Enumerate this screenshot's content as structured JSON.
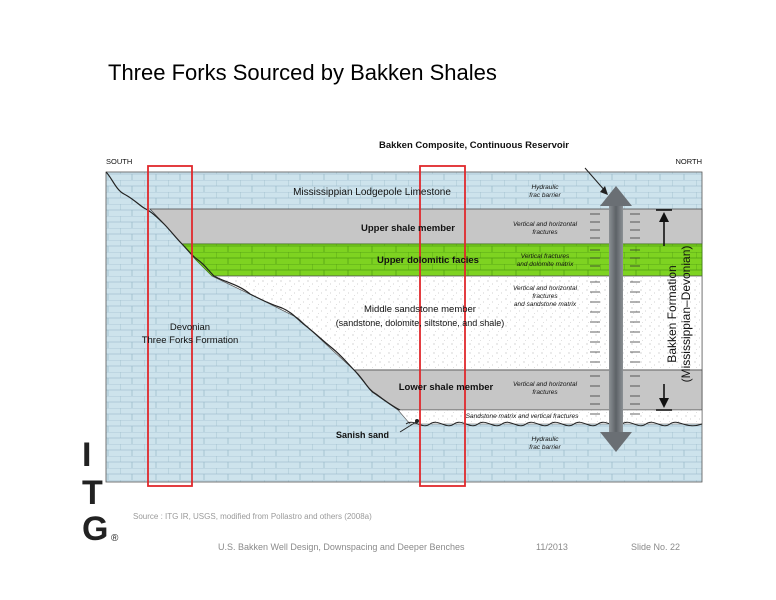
{
  "slide": {
    "title": "Three Forks Sourced by Bakken Shales",
    "source": "Source : ITG IR, USGS, modified from Pollastro and others (2008a)",
    "footer_left": "U.S. Bakken Well Design, Downspacing and Deeper Benches",
    "footer_date": "11/2013",
    "footer_slide": "Slide No. 22"
  },
  "logo": {
    "letters": [
      "I",
      "T",
      "G"
    ],
    "mark": "®"
  },
  "diagram": {
    "reservoir_label": "Bakken Composite, Continuous Reservoir",
    "south": "SOUTH",
    "north": "NORTH",
    "lodgepole": "Mississippian Lodgepole Limestone",
    "upper_shale": "Upper shale member",
    "upper_dolomitic": "Upper dolomitic facies",
    "middle_sandstone_1": "Middle sandstone member",
    "middle_sandstone_2": "(sandstone, dolomite, siltstone, and shale)",
    "lower_shale": "Lower shale member",
    "sanish": "Sanish sand",
    "devonian_1": "Devonian",
    "devonian_2": "Three Forks Formation",
    "bakken_1": "Bakken Formation",
    "bakken_2": "(Mississippian–Devonian)",
    "frac_top_1": "Hydraulic",
    "frac_top_2": "frac barrier",
    "frac_bottom_1": "Hydraulic",
    "frac_bottom_2": "frac barrier",
    "fract_upper_1": "Vertical and horizontal",
    "fract_upper_2": "fractures",
    "fract_dolo_1": "Vertical fractures",
    "fract_dolo_2": "and dolomite matrix",
    "fract_middle_1": "Vertical and horizontal",
    "fract_middle_2": "fractures",
    "fract_middle_3": "and sandstone matrix",
    "fract_lower_1": "Vertical and horizontal",
    "fract_lower_2": "fractures",
    "sanish_matrix": "Sandstone matrix and vertical fractures",
    "colors": {
      "limestone": "#cde3ec",
      "shale": "#c6c6c6",
      "dolomite": "#7ed321",
      "sandstone": "#ffffff",
      "highlight": "#e0282c",
      "arrow": "#6f7478"
    }
  }
}
